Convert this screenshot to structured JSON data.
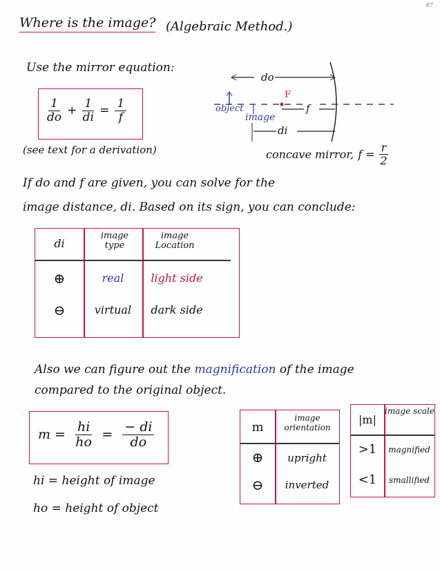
{
  "page_number": "87",
  "title": "Where is the image?",
  "subtitle": "(Algebraic Method.)",
  "intro": "Use the mirror equation:",
  "mirror_equation": {
    "t1_num": "1",
    "t1_den": "do",
    "plus": "+",
    "t2_num": "1",
    "t2_den": "di",
    "eq": "=",
    "t3_num": "1",
    "t3_den": "f"
  },
  "derivation_note": "(see text for a derivation)",
  "diagram": {
    "do_label": "do",
    "focal_label": "F",
    "f_label": "f",
    "object_label": "object",
    "image_label": "image",
    "di_label": "di",
    "caption": "concave mirror,",
    "caption_formula": "f =",
    "caption_num": "r",
    "caption_den": "2"
  },
  "text_line1": "If do and f are given, you can solve for the",
  "text_line2": "image distance, di. Based on its sign, you can conclude:",
  "table1": {
    "headers": [
      "di",
      "image type",
      "image Location"
    ],
    "rows": [
      [
        "⊕",
        "real",
        "light side"
      ],
      [
        "⊖",
        "virtual",
        "dark side"
      ]
    ]
  },
  "text_line3_a": "Also we can figure out the",
  "text_line3_b": "magnification",
  "text_line3_c": "of the image",
  "text_line4": "compared to the original object.",
  "magnification_equation": {
    "m": "m =",
    "h_num": "hi",
    "h_den": "ho",
    "eq": "=",
    "d_num": "− di",
    "d_den": "do"
  },
  "def_hi": "hi = height of image",
  "def_ho": "ho = height of object",
  "table2": {
    "headers": [
      "m",
      "image orientation"
    ],
    "rows": [
      [
        "⊕",
        "upright"
      ],
      [
        "⊖",
        "inverted"
      ]
    ]
  },
  "table3": {
    "headers": [
      "|m|",
      "image scale"
    ],
    "rows": [
      [
        ">1",
        "magnified"
      ],
      [
        "<1",
        "smallified"
      ]
    ]
  }
}
